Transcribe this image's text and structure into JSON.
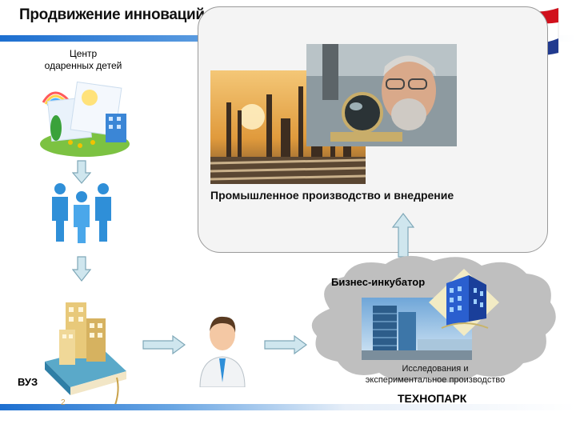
{
  "header": {
    "title": "Продвижение инноваций"
  },
  "center": {
    "label_line1": "Центр",
    "label_line2": "одаренных детей"
  },
  "university": {
    "label": "ВУЗ"
  },
  "industry": {
    "label": "Промышленное производство и внедрение"
  },
  "incubator": {
    "label": "Бизнес-инкубатор"
  },
  "technopark": {
    "research_line1": "Исследования и",
    "research_line2": "экспериментальное производство",
    "label": "ТЕХНОПАРК"
  },
  "slide": {
    "page_number": "2"
  },
  "colors": {
    "accent_blue": "#1d6fd0",
    "arrow_fill": "#cfe6ee",
    "arrow_stroke": "#7fa8b8",
    "flag_red": "#d1101c",
    "flag_blue": "#213a8f"
  }
}
